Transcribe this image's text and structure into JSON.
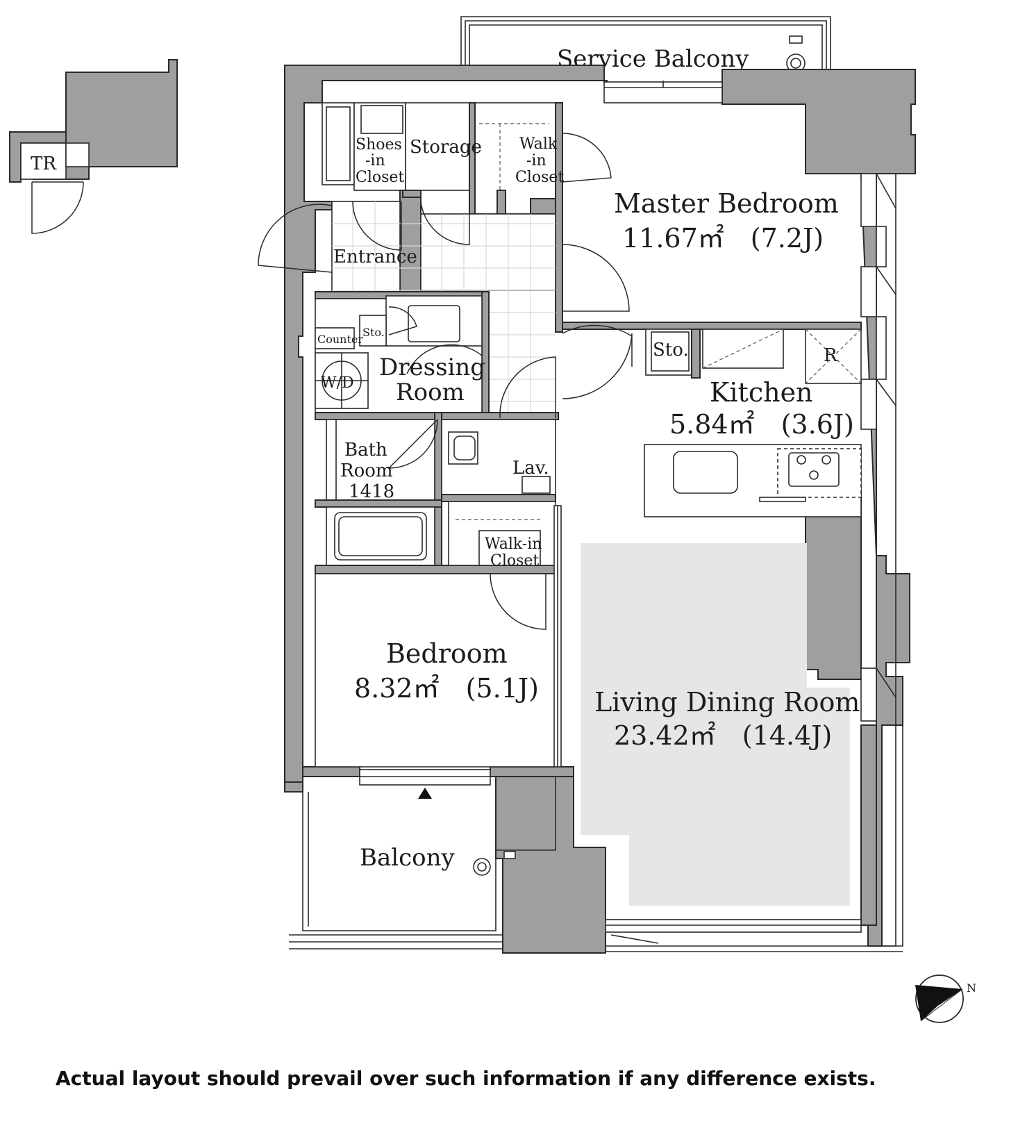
{
  "rooms": {
    "service_balcony": "Service Balcony",
    "tr": "TR",
    "shoes_closet": [
      "Shoes",
      "-in",
      "Closet"
    ],
    "storage": "Storage",
    "walk_in_closet_top": [
      "Walk",
      "-in",
      "Closet"
    ],
    "master_bedroom": {
      "name": "Master Bedroom",
      "area": "11.67㎡　(7.2J)"
    },
    "entrance": "Entrance",
    "sto_small": "Sto.",
    "counter": "Counter",
    "wd": "W/D",
    "dressing_room": [
      "Dressing",
      "Room"
    ],
    "sto_kitchen": "Sto.",
    "refrigerator": "R",
    "kitchen": {
      "name": "Kitchen",
      "area": "5.84㎡　(3.6J)"
    },
    "bath_room": [
      "Bath",
      "Room",
      "1418"
    ],
    "lav": "Lav.",
    "walk_in_closet_mid": [
      "Walk-in",
      "Closet"
    ],
    "bedroom": {
      "name": "Bedroom",
      "area": "8.32㎡　(5.1J)"
    },
    "living_dining": {
      "name": "Living Dining Room",
      "area": "23.42㎡　(14.4J)"
    },
    "balcony": "Balcony"
  },
  "compass": {
    "label": "N"
  },
  "disclaimer": "Actual layout should prevail over such information if any difference exists."
}
